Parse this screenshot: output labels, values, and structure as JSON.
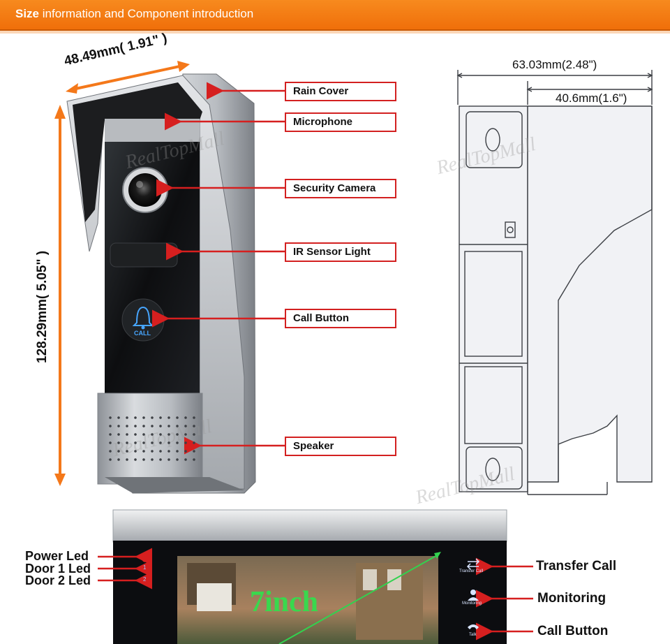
{
  "header": {
    "bold": "Size",
    "rest": " information and Component introduction"
  },
  "dimensions": {
    "width": "48.49mm( 1.91\" )",
    "height": "128.29mm( 5.05\" )",
    "depth_total": "63.03mm(2.48\")",
    "depth_body": "40.6mm(1.6\")"
  },
  "components": {
    "rain_cover": "Rain Cover",
    "microphone": "Microphone",
    "security_camera": "Security Camera",
    "ir_sensor_light": "IR Sensor Light",
    "call_button": "Call Button",
    "speaker": "Speaker"
  },
  "doorbell": {
    "call_text": "CALL"
  },
  "monitor": {
    "left_labels": [
      "Power Led",
      "Door 1 Led",
      "Door 2 Led"
    ],
    "led_numbers": [
      "1",
      "2"
    ],
    "screen_text": "7inch",
    "right_labels": [
      "Transfer Call",
      "Monitoring",
      "Call Button"
    ],
    "icon_captions": [
      "Transfer Call",
      "Monitoring",
      "Talk"
    ]
  },
  "watermark": "RealTopMall",
  "colors": {
    "accent": "#f4781a",
    "arrow": "#d61f1f",
    "label_border": "#d32020"
  }
}
